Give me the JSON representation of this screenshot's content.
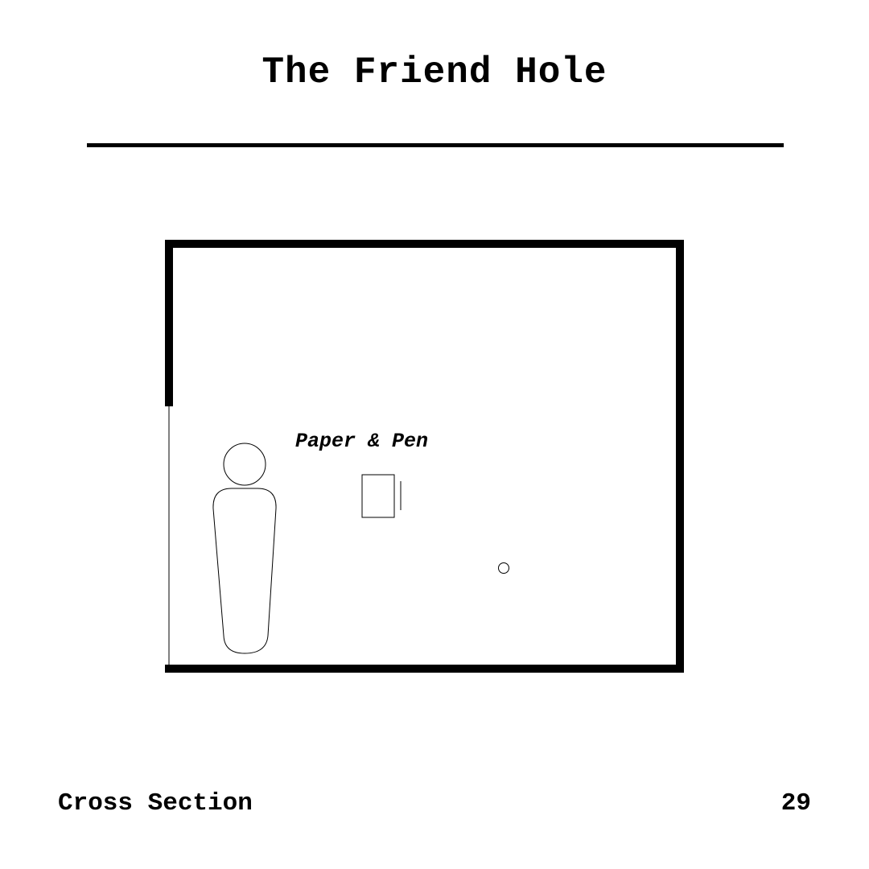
{
  "page": {
    "title": "The Friend Hole",
    "footer_label": "Cross Section",
    "page_number": "29"
  },
  "diagram": {
    "item_label": "Paper & Pen",
    "icons": [
      "person-icon",
      "paper-icon",
      "pen-icon",
      "small-circle-icon"
    ],
    "line_color": "#000000"
  }
}
